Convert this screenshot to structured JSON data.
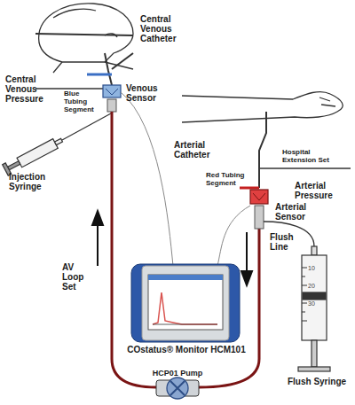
{
  "diagram": {
    "labels": [
      "Central Venous Catheter",
      "Central Venous Pressure",
      "Blue Tubing Segment",
      "Venous Sensor",
      "Injection Syringe",
      "Arterial Catheter",
      "Hospital Extension Set",
      "Arterial Pressure",
      "Red Tubing Segment",
      "Arterial Sensor",
      "Flush Line",
      "AV Loop Set",
      "COstatus® Monitor HCM101",
      "HCP01 Pump",
      "Flush Syringe",
      "10",
      "20",
      "30"
    ]
  }
}
